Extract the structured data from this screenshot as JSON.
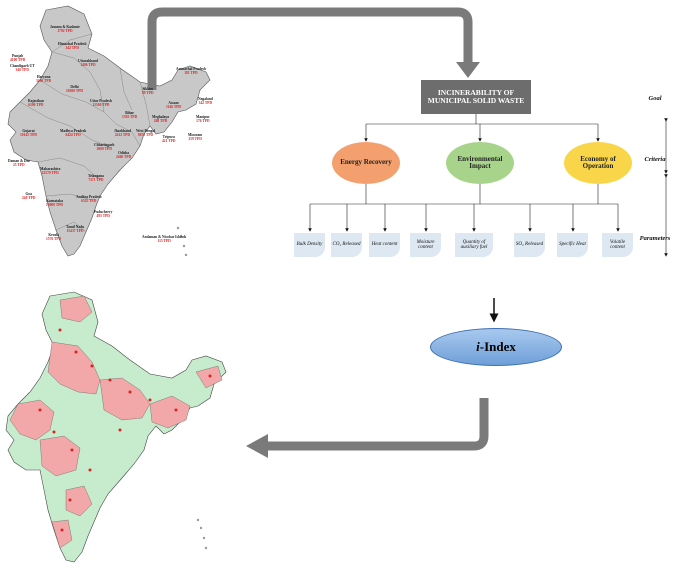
{
  "goal": {
    "title": "INCINERABILITY OF MUNICIPAL SOLID WASTE"
  },
  "criteria": [
    {
      "label": "Energy Recovery",
      "color": "#f4a06e"
    },
    {
      "label": "Environmental Impact",
      "color": "#a7d48a"
    },
    {
      "label": "Economy of Operation",
      "color": "#f9d54a"
    }
  ],
  "parameters": [
    {
      "label": "Bulk Density"
    },
    {
      "label": "CO₂ Released"
    },
    {
      "label": "Heat content"
    },
    {
      "label": "Moisture content"
    },
    {
      "label": "Quantity of auxiliary fuel"
    },
    {
      "label": "SO₂ Released"
    },
    {
      "label": "Specific Heat"
    },
    {
      "label": "Volatile content"
    }
  ],
  "levels": {
    "goal": "Goal",
    "criteria": "Criteria",
    "parameters": "Parameters"
  },
  "result": {
    "prefix": "i",
    "suffix": "-Index"
  },
  "colors": {
    "arrow": "#7a7a7a",
    "goal_box": "#6d6d6d",
    "map_fill": "#c8c8c8",
    "map_green": "#c7eccd",
    "map_pink": "#f2a8a8",
    "parameter_box": "#dde8f2"
  },
  "state_labels": [
    {
      "name": "Jammu & Kashmir",
      "value": "1792 TPD"
    },
    {
      "name": "Himachal Pradesh",
      "value": "342 TPD"
    },
    {
      "name": "Punjab",
      "value": "4100 TPD"
    },
    {
      "name": "Chandigarh UT",
      "value": "340 TPD"
    },
    {
      "name": "Uttarakhand",
      "value": "1406 TPD"
    },
    {
      "name": "Haryana",
      "value": "3490 TPD"
    },
    {
      "name": "Delhi",
      "value": "10500 TPD"
    },
    {
      "name": "Rajasthan",
      "value": "6500 TPD"
    },
    {
      "name": "Uttar Pradesh",
      "value": "15500 TPD"
    },
    {
      "name": "Gujarat",
      "value": "10145 TPD"
    },
    {
      "name": "Madhya Pradesh",
      "value": "6424 TPD"
    },
    {
      "name": "Bihar",
      "value": "1392 TPD"
    },
    {
      "name": "Jharkhand",
      "value": "2412 TPD"
    },
    {
      "name": "West Bengal",
      "value": "8670 TPD"
    },
    {
      "name": "Chhattisgarh",
      "value": "2000 TPD"
    },
    {
      "name": "Odisha",
      "value": "2460 TPD"
    },
    {
      "name": "Daman & Diu",
      "value": "25 TPD"
    },
    {
      "name": "Maharashtra",
      "value": "22570 TPD"
    },
    {
      "name": "Telangana",
      "value": "7371 TPD"
    },
    {
      "name": "Goa",
      "value": "240 TPD"
    },
    {
      "name": "Andhra Pradesh",
      "value": "6525 TPD"
    },
    {
      "name": "Karnataka",
      "value": "10000 TPD"
    },
    {
      "name": "Puducherry",
      "value": "495 TPD"
    },
    {
      "name": "Tamil Nadu",
      "value": "15437 TPD"
    },
    {
      "name": "Kerala",
      "value": "1576 TPD"
    },
    {
      "name": "Sikkim",
      "value": "89 TPD"
    },
    {
      "name": "Arunachal Pradesh",
      "value": "181 TPD"
    },
    {
      "name": "Assam",
      "value": "1146 TPD"
    },
    {
      "name": "Nagaland",
      "value": "342 TPD"
    },
    {
      "name": "Meghalaya",
      "value": "268 TPD"
    },
    {
      "name": "Manipur",
      "value": "176 TPD"
    },
    {
      "name": "Tripura",
      "value": "421 TPD"
    },
    {
      "name": "Mizoram",
      "value": "259 TPD"
    },
    {
      "name": "Andaman & Nicobar Islands",
      "value": "115 TPD"
    }
  ]
}
